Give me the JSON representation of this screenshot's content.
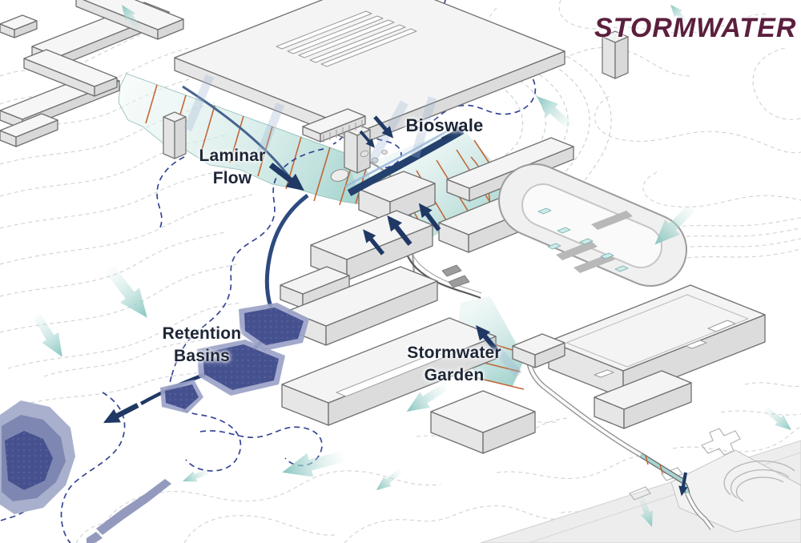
{
  "title": {
    "text": "STORMWATER",
    "color": "#5b1f3d"
  },
  "labels": {
    "bioswale": {
      "text": "Bioswale"
    },
    "laminar_flow": {
      "line1": "Laminar",
      "line2": "Flow"
    },
    "retention_basins": {
      "line1": "Retention",
      "line2": "Basins"
    },
    "stormwater_garden": {
      "line1": "Stormwater",
      "line2": "Garden"
    }
  },
  "features": [
    "Bioswale",
    "Laminar Flow",
    "Retention Basins",
    "Stormwater Garden"
  ],
  "colors": {
    "title_maroon": "#5b1f3d",
    "label_navy": "#1d2636",
    "flow_navy": "#1f3864",
    "flow_steel_blue": "#46648f",
    "basin_fill": "#46518f",
    "basin_rim": "#9aa2c8",
    "teal_water": "#9ed0ca",
    "teal_arrow": "#8cc8c2",
    "orange_terrace": "#c2602f",
    "watershed_dashed_navy": "#2d3c8f",
    "contour_gray": "#c8cacd",
    "building_fill": "#f2f2f2",
    "building_stroke": "#6f6f6f"
  }
}
